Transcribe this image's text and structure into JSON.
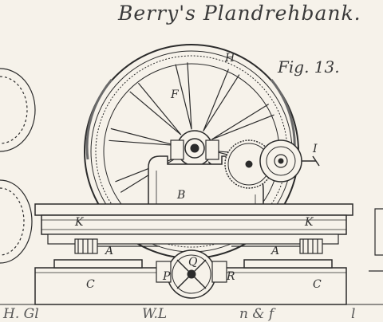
{
  "title": "Berry's Plandrehbank.",
  "figure_label": "Fig. 13.",
  "part_labels": {
    "H": "H",
    "F": "F",
    "I": "I",
    "B": "B",
    "K_left": "K",
    "K_right": "K",
    "A_left": "A",
    "A_right": "A",
    "C_left": "C",
    "C_right": "C",
    "P": "P",
    "Q": "Q",
    "R": "R"
  },
  "bottom_fragments": [
    "H. Gl",
    "W.L",
    "n & f",
    "l"
  ],
  "colors": {
    "paper": "#f6f2ea",
    "ink": "#2b2b2b",
    "hatch": "#6a6a6a"
  }
}
